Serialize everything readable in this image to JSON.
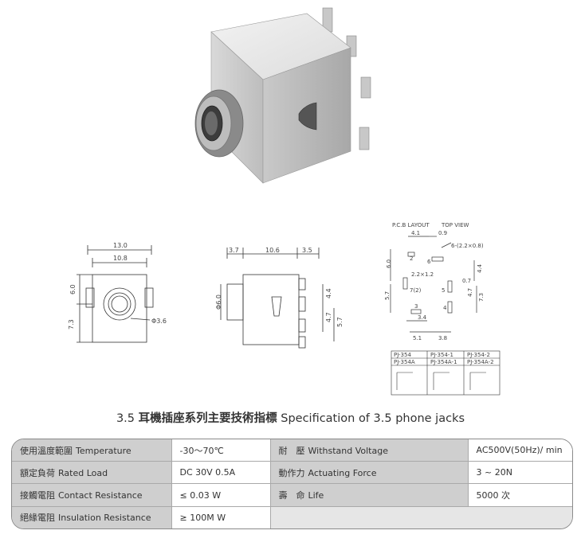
{
  "drawing_labels": {
    "front": {
      "width_outer": "13.0",
      "width_inner": "10.8",
      "height_top": "6.0",
      "height_bottom": "7.3",
      "hole": "Φ3.6"
    },
    "side": {
      "d1": "3.7",
      "d2": "10.6",
      "d3": "3.5",
      "diam": "Φ6.0",
      "h1": "4.4",
      "h2": "4.7",
      "h3": "5.7"
    },
    "pcb": {
      "title_left": "P.C.B LAYOUT",
      "title_right": "TOP VIEW",
      "d_top": "4.1",
      "d_top2": "0.9",
      "holes": "6-(2.2×0.8)",
      "d_left": "6.0",
      "d_mid": "2.2×1.2",
      "d_right1": "0.7",
      "d_right2": "4.4",
      "d_left2": "5.7",
      "d_right3": "4.7",
      "d_right4": "7.3",
      "d_bottom1": "3.4",
      "d_bottom2": "5.1",
      "d_bottom3": "3.8",
      "pin_label": "7(2)",
      "pin2": "2",
      "pin6": "6",
      "pin5": "5",
      "pin3": "3",
      "pin4": "4"
    },
    "models": {
      "row1": [
        "PJ-354",
        "PJ-354-1",
        "PJ-354-2"
      ],
      "row2": [
        "PJ-354A",
        "PJ-354A-1",
        "PJ-354A-2"
      ]
    }
  },
  "title": {
    "prefix": "3.5",
    "cn": "耳機插座系列主要技術指標",
    "en": "Specification of 3.5 phone jacks"
  },
  "spec": {
    "rows": [
      {
        "l_cn": "使用溫度範圍",
        "l_en": "Temperature",
        "l_val": "-30～70℃",
        "r_cn": "耐　壓",
        "r_en": "Withstand Voltage",
        "r_val": "AC500V(50Hz)/ min"
      },
      {
        "l_cn": "額定負荷",
        "l_en": "Rated Load",
        "l_val": "DC  30V  0.5A",
        "r_cn": "動作力",
        "r_en": "Actuating Force",
        "r_val": "3 ~ 20N"
      },
      {
        "l_cn": "接觸電阻",
        "l_en": "Contact Resistance",
        "l_val": "≤ 0.03 W",
        "r_cn": "壽　命",
        "r_en": "Life",
        "r_val": "5000 次"
      },
      {
        "l_cn": "絕緣電阻",
        "l_en": "Insulation Resistance",
        "l_val": "≥ 100M W"
      }
    ]
  }
}
